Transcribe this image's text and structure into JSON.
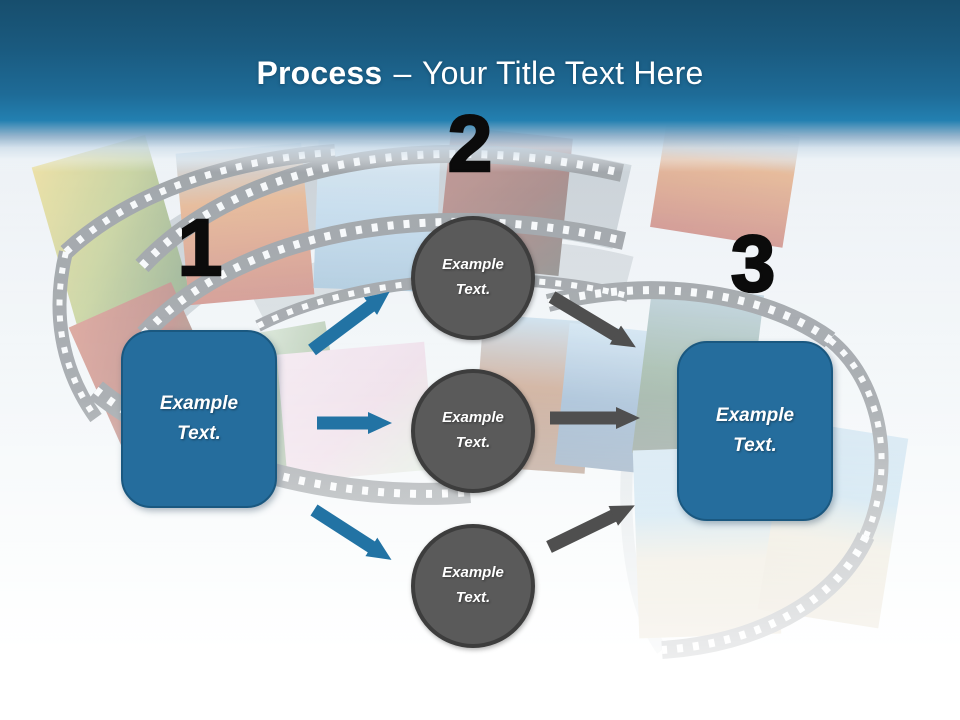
{
  "slide": {
    "title": {
      "emphasis": "Process",
      "separator": "–",
      "subtitle": "Your Title Text Here"
    },
    "steps": [
      {
        "number": "1",
        "shape": "rounded-rectangle",
        "label": "Example Text."
      },
      {
        "number": "2",
        "shape": "circle-group",
        "labels": [
          "Example Text.",
          "Example Text.",
          "Example Text."
        ]
      },
      {
        "number": "3",
        "shape": "rounded-rectangle",
        "label": "Example Text."
      }
    ],
    "colors": {
      "header_top": "#174E6D",
      "header_bottom": "#2380B1",
      "accent_blue": "#256D9D",
      "shape_gray": "#5A5A5A",
      "blue_arrow": "#2273A4",
      "gray_arrow": "#4F4F4F",
      "number_black": "#0B0B0B",
      "text_white": "#FFFFFF"
    }
  }
}
